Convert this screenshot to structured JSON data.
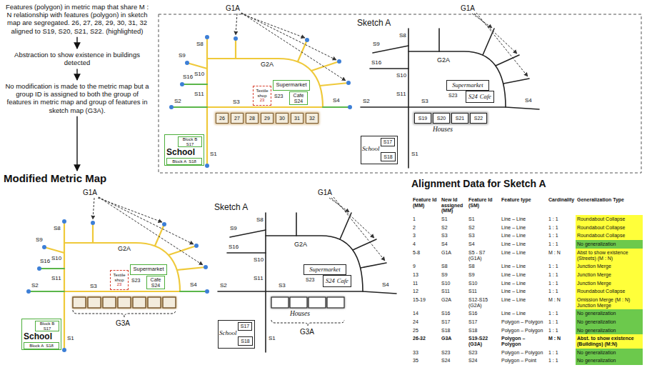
{
  "diagram": {
    "nodes": [
      {
        "text": [
          "Features (polygon) in metric map that share M : N relationship with features (polygon) in sketch map are segregated. 26, 27, 28, 29, 30, 31, 32 aligned to S19, S20, S21, S22. (highlighted)"
        ]
      },
      {
        "text": [
          "Abstraction to show existence in buildings detected"
        ]
      },
      {
        "text": [
          "No modification is made to the metric map but a group ID is assigned to both the group of features in metric map and group of features in sketch map (G3A)."
        ]
      },
      {
        "text": [
          "Modified Metric Map"
        ]
      },
      {
        "text": [
          "Textile shop",
          "23"
        ]
      },
      {
        "text": [
          "Supermarket"
        ]
      },
      {
        "text": [
          "Cafe",
          "S24"
        ]
      },
      {
        "text": [
          "School"
        ]
      },
      {
        "text": [
          "Block B",
          "S17"
        ],
        "in": 7
      },
      {
        "text": [
          "Block A",
          "S18"
        ],
        "in": 7
      },
      {
        "text": [
          "26"
        ]
      },
      {
        "text": [
          "27"
        ]
      },
      {
        "text": [
          "28"
        ]
      },
      {
        "text": [
          "29"
        ]
      },
      {
        "text": [
          "30"
        ]
      },
      {
        "text": [
          "31"
        ]
      },
      {
        "text": [
          "32"
        ]
      },
      {
        "text": [
          "Supermarket"
        ]
      },
      {
        "text": [
          "S24",
          "Cafe"
        ]
      },
      {
        "text": [
          "School"
        ]
      },
      {
        "text": [
          "S17"
        ],
        "in": 19
      },
      {
        "text": [
          "S18"
        ],
        "in": 19
      },
      {
        "text": [
          "S19"
        ]
      },
      {
        "text": [
          "S20"
        ]
      },
      {
        "text": [
          "S21"
        ]
      },
      {
        "text": [
          "S22"
        ]
      },
      {
        "text": [
          "Textile shop",
          "23"
        ]
      },
      {
        "text": [
          "Supermarket"
        ]
      },
      {
        "text": [
          "Cafe",
          "S24"
        ]
      },
      {
        "text": [
          "School"
        ]
      },
      {
        "text": [
          "Block B",
          "S17"
        ],
        "in": 29
      },
      {
        "text": [
          "Block A",
          "S18"
        ],
        "in": 29
      },
      {
        "text": [
          "Supermarket"
        ]
      },
      {
        "text": [
          "S24",
          "Cafe"
        ]
      },
      {
        "text": [
          "School"
        ]
      },
      {
        "text": [
          "S17"
        ],
        "in": 34
      },
      {
        "text": [
          "S18"
        ],
        "in": 34
      }
    ],
    "edges": [
      {
        "from": 0,
        "to": 1,
        "arrow": "to"
      },
      {
        "from": 1,
        "to": 2,
        "arrow": "to"
      },
      {
        "from": 2,
        "to": 3,
        "arrow": "to"
      }
    ],
    "labels": [
      "G1A",
      "G2A",
      "S8",
      "S9",
      "S10",
      "S16",
      "S11",
      "S2",
      "S3",
      "S4",
      "S1",
      "S23",
      "Sketch A",
      "G1A",
      "G2A",
      "S8",
      "S9",
      "S16",
      "S10",
      "S11",
      "S2",
      "S3",
      "S4",
      "S1",
      "S23",
      "Houses",
      "G1A",
      "G2A",
      "S8",
      "S9",
      "S10",
      "S16",
      "S11",
      "S2",
      "S3",
      "S4",
      "S1",
      "S23",
      "G3A",
      "Sketch A",
      "G1A",
      "G2A",
      "S8",
      "S9",
      "S16",
      "S10",
      "S11",
      "S2",
      "S3",
      "S4",
      "S1",
      "S23",
      "Houses",
      "G3A",
      "Alignment Data for Sketch A",
      "Feature Id (MM)",
      "New Id assigned (MM)",
      "Feature Id (SM)",
      "Feature type",
      "Cardinality",
      "Generalization Type",
      "1",
      "S1",
      "S1",
      "Line – Line",
      "1 : 1",
      "Roundabout Collapse",
      "2",
      "S2",
      "S2",
      "Line – Line",
      "1 : 1",
      "Roundabout Collapse",
      "3",
      "S3",
      "S3",
      "Line – Line",
      "1 : 1",
      "Roundabout Collapse",
      "4",
      "S4",
      "S4",
      "Line – Line",
      "1 : 1",
      "No generalization",
      "5-8",
      "G1A",
      "S5 - S7 (G1A)",
      "Line – Line",
      "M : N",
      "Abst to show existence (Streets) (M : N)",
      "9",
      "S8",
      "S8",
      "Line – Line",
      "1 : 1",
      "Junction Merge",
      "13",
      "S9",
      "S9",
      "Line – Line",
      "1 : 1",
      "Junction Merge",
      "11",
      "S10",
      "S10",
      "Line – Line",
      "1 : 1",
      "Junction Merge",
      "12",
      "S11",
      "S11",
      "Line – Line",
      "1 : 1",
      "Roundabout Collapse",
      "15-19",
      "G2A",
      "S12-S15 (G2A)",
      "Line – Line",
      "M : N",
      "Omission Merge (M : N) Junction Merge",
      "14",
      "S16",
      "S16",
      "Line – Line",
      "1 : 1",
      "No generalization",
      "24",
      "S17",
      "S17",
      "Polygon – Polygon",
      "1 : 1",
      "No generalization",
      "25",
      "S18",
      "S18",
      "Polygon – Polygon",
      "1 : 1",
      "No generalization",
      "26-32",
      "G3A",
      "S19-S22 (G3A)",
      "Polygon – Polygon",
      "M : N",
      "Abst. to show existence (Buildings) (M:N)",
      "33",
      "S23",
      "S23",
      "Polygon – Polygon",
      "1 : 1",
      "No generalization",
      "35",
      "S24",
      "S24",
      "Polygon – Point",
      "1 : 1",
      "No generalization"
    ]
  }
}
